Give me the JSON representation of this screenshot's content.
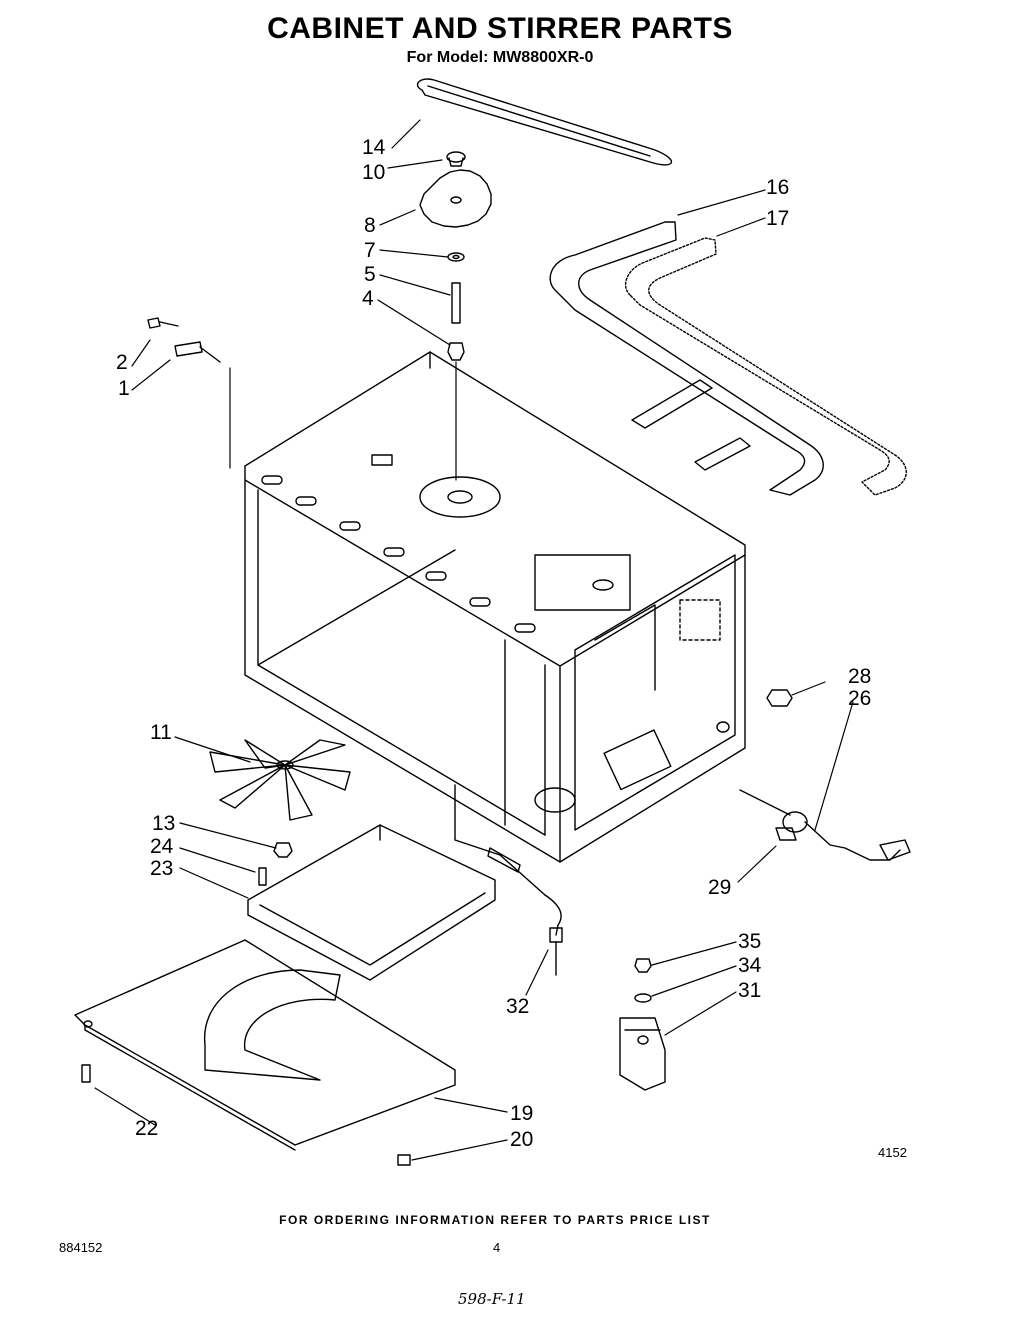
{
  "header": {
    "title": "CABINET AND STIRRER PARTS",
    "model_line": "For Model: MW8800XR-0"
  },
  "callouts": [
    "14",
    "10",
    "8",
    "7",
    "5",
    "4",
    "2",
    "1",
    "16",
    "17",
    "11",
    "28",
    "26",
    "13",
    "24",
    "23",
    "29",
    "32",
    "35",
    "34",
    "31",
    "22",
    "19",
    "20"
  ],
  "footer": {
    "ordering_note": "FOR ORDERING INFORMATION REFER TO PARTS PRICE LIST",
    "document_number": "884152",
    "page_number": "4",
    "drawing_number": "4152",
    "handwritten_note": "598-F-11"
  }
}
